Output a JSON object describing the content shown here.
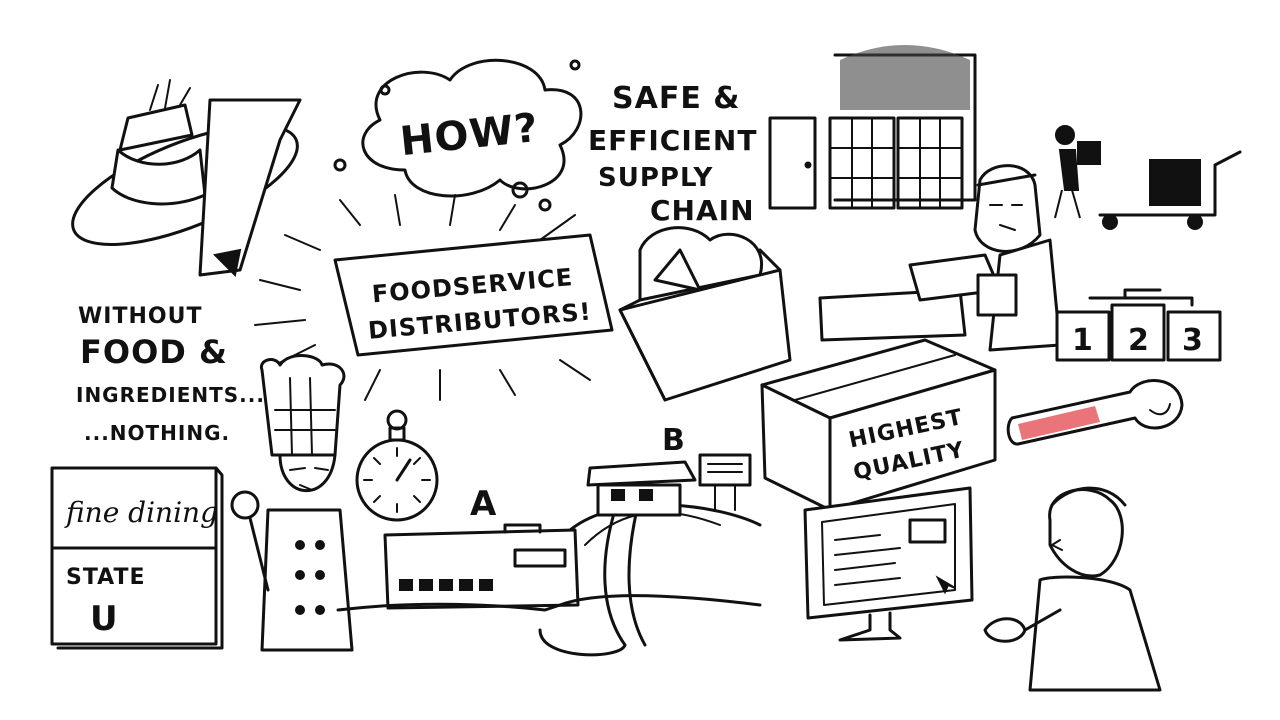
{
  "captions": {
    "how": "HOW?",
    "safe_1": "SAFE &",
    "safe_2": "EFFICIENT",
    "safe_3": "SUPPLY",
    "safe_4": "CHAIN",
    "foodservice_1": "FOODSERVICE",
    "foodservice_2": "DISTRIBUTORS!",
    "without_1": "WITHOUT",
    "without_2": "FOOD &",
    "without_3": "INGREDIENTS...",
    "without_4": "...NOTHING.",
    "quality_1": "HIGHEST",
    "quality_2": "QUALITY",
    "point_a": "A",
    "point_b": "B",
    "sign_fine_dining": "fine dining",
    "sign_state": "STATE",
    "sign_u_logo": "U",
    "step_1": "1",
    "step_2": "2",
    "step_3": "3"
  },
  "colors": {
    "ink": "#111111",
    "paper": "#ffffff",
    "thermometer_fill": "#e9747a"
  },
  "icons": [
    "plated-dish-icon",
    "thought-cloud-icon",
    "warehouse-doors-icon",
    "delivery-person-icon",
    "hand-truck-icon",
    "produce-box-icon",
    "chef-icon",
    "stopwatch-icon",
    "factory-icon",
    "house-icon",
    "podium-icon",
    "thermometer-icon",
    "shipping-box-icon",
    "computer-monitor-icon",
    "man-at-computer-icon",
    "warehouse-worker-icon"
  ]
}
